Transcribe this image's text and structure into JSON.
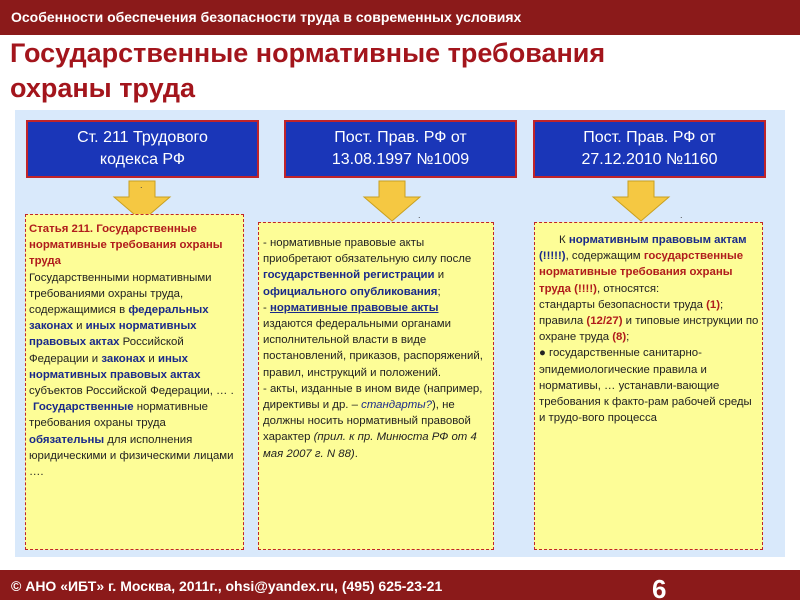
{
  "header": {
    "topbar": "Особенности обеспечения безопасности труда в современных условиях",
    "title_line1": "Государственные нормативные требования",
    "title_line2": "охраны труда"
  },
  "columns": [
    {
      "header_line1": "Ст. 211 Трудового",
      "header_line2": "кодекса РФ",
      "t1": "Статья 211. ",
      "t2": "Государственные нормативные требования охраны труда",
      "t3": "Государственными нормативными требованиями охраны труда, содержащимися в ",
      "t4": "федеральных законах",
      "t5": " и ",
      "t6": "иных нормативных правовых актах",
      "t7": " Российской Федерации и ",
      "t8": "законах",
      "t9": " и ",
      "t10": "иных",
      "t11": "нормативных правовых актах",
      "t12": " субъектов Российской Федерации, … .",
      "t13": "Государственные",
      "t14": " нормативные требования охраны труда ",
      "t15": "обязательны",
      "t16": " для исполнения юридическими и физическими лицами …."
    },
    {
      "header_line1": "Пост. Прав. РФ от",
      "header_line2": "13.08.1997 №1009",
      "t1": " - нормативные правовые акты приобретают обязательную силу после ",
      "t2": "государственной регистрации",
      "t3": " и ",
      "t4": "официального опубликования",
      "t5": ";",
      "t6": " - ",
      "t7": "нормативные правовые акты",
      "t8": " издаются федеральными органами исполнительной власти в виде постановлений, приказов, распоряжений, правил, инструкций и положений.",
      "t9": " - акты, изданные в ином виде (например, директивы и др. – ",
      "t10": "стандарты?",
      "t11": "), не должны носить нормативный правовой характер ",
      "t12": "(прил. к пр. Минюста РФ  от 4 мая 2007 г. N 88)",
      "t13": "."
    },
    {
      "header_line1": "Пост. Прав. РФ от",
      "header_line2": "27.12.2010 №1160",
      "t1": "К ",
      "t2": "нормативным правовым актам (!!!!!)",
      "t3": ", содержащим ",
      "t4": "государственные нормативные требования охраны труда (!!!!)",
      "t5": ", относятся:",
      "b1_pre": " стандарты безопасности труда ",
      "b1_num": "(1)",
      "b1_post": ";",
      "b2_pre": " правила ",
      "b2_num": "(12/27)",
      "b2_mid": " и типовые инструкции по охране труда ",
      "b2_num2": "(8)",
      "b2_post": ";",
      "b3": "   государственные санитарно-эпидемиологические правила и нормативы, … устанавли-вающие требования к факто-рам рабочей среды и трудо-вого процесса"
    }
  ],
  "bullet_glyph": "",
  "bullet_dot": "●",
  "footer": {
    "text": "© АНО «ИБТ»  г. Москва,  2011г., ohsi@yandex.ru, (495) 625-23-21",
    "page": "6"
  },
  "colors": {
    "brand": "#8b1a1a",
    "header_box": "#1a36b8",
    "content_box": "#fdfd97",
    "arrow": "#f5c842",
    "accent_red": "#b01c1c",
    "accent_blue": "#1a2a8a"
  }
}
